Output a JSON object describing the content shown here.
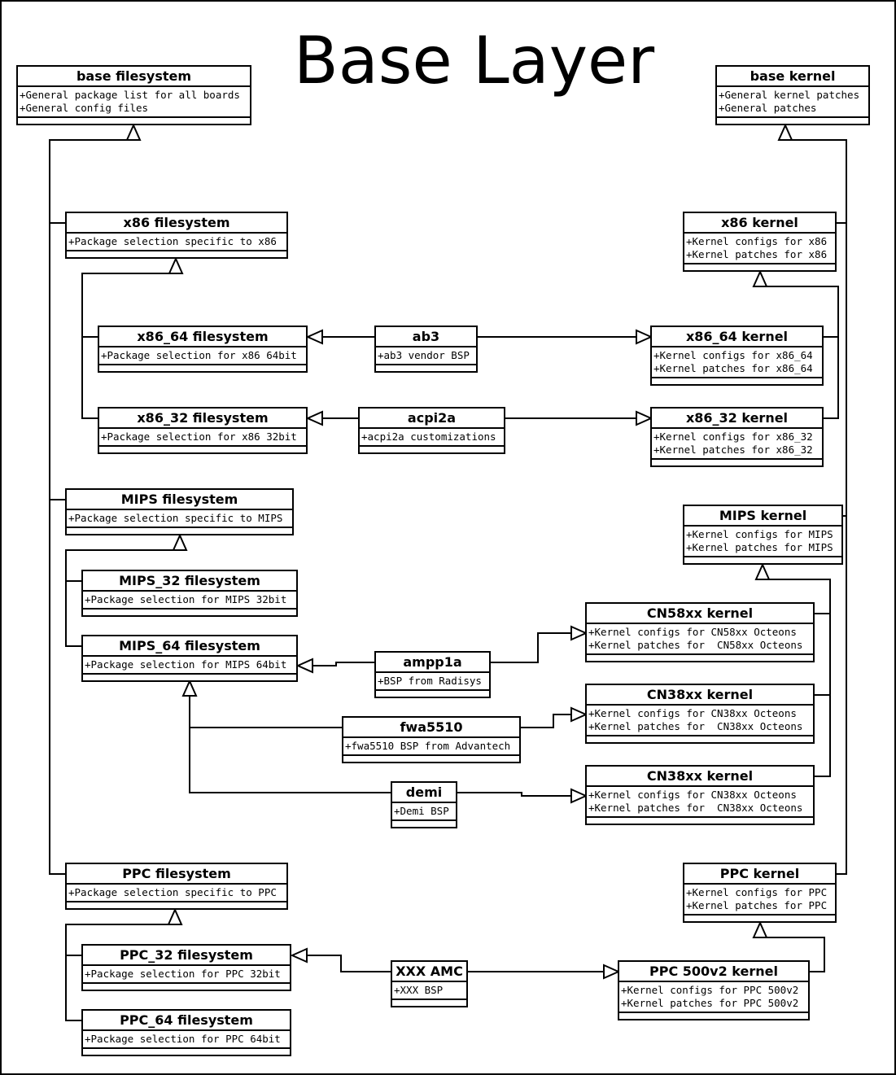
{
  "title": "Base Layer",
  "classes": {
    "base_fs": {
      "name": "base filesystem",
      "attrs": [
        "+General package list for all boards",
        "+General config files"
      ]
    },
    "base_kernel": {
      "name": "base kernel",
      "attrs": [
        "+General kernel patches",
        "+General patches"
      ]
    },
    "x86_fs": {
      "name": "x86 filesystem",
      "attrs": [
        "+Package selection specific to x86"
      ]
    },
    "x86_kernel": {
      "name": "x86 kernel",
      "attrs": [
        "+Kernel configs for x86",
        "+Kernel patches for x86"
      ]
    },
    "x86_64_fs": {
      "name": "x86_64 filesystem",
      "attrs": [
        "+Package selection for x86 64bit"
      ]
    },
    "ab3": {
      "name": "ab3",
      "attrs": [
        "+ab3 vendor BSP"
      ]
    },
    "x86_64_kernel": {
      "name": "x86_64 kernel",
      "attrs": [
        "+Kernel configs for x86_64",
        "+Kernel patches for x86_64"
      ]
    },
    "x86_32_fs": {
      "name": "x86_32 filesystem",
      "attrs": [
        "+Package selection for x86 32bit"
      ]
    },
    "acpi2a": {
      "name": "acpi2a",
      "attrs": [
        "+acpi2a customizations"
      ]
    },
    "x86_32_kernel": {
      "name": "x86_32 kernel",
      "attrs": [
        "+Kernel configs for x86_32",
        "+Kernel patches for x86_32"
      ]
    },
    "mips_fs": {
      "name": "MIPS filesystem",
      "attrs": [
        "+Package selection specific to MIPS"
      ]
    },
    "mips_kernel": {
      "name": "MIPS kernel",
      "attrs": [
        "+Kernel configs for MIPS",
        "+Kernel patches for MIPS"
      ]
    },
    "mips_32_fs": {
      "name": "MIPS_32 filesystem",
      "attrs": [
        "+Package selection for MIPS 32bit"
      ]
    },
    "cn58xx_kernel": {
      "name": "CN58xx kernel",
      "attrs": [
        "+Kernel configs for CN58xx Octeons",
        "+Kernel patches for  CN58xx Octeons"
      ]
    },
    "mips_64_fs": {
      "name": "MIPS_64 filesystem",
      "attrs": [
        "+Package selection for MIPS 64bit"
      ]
    },
    "ampp1a": {
      "name": "ampp1a",
      "attrs": [
        "+BSP from Radisys"
      ]
    },
    "cn38xx_kernel_a": {
      "name": "CN38xx kernel",
      "attrs": [
        "+Kernel configs for CN38xx Octeons",
        "+Kernel patches for  CN38xx Octeons"
      ]
    },
    "fwa5510": {
      "name": "fwa5510",
      "attrs": [
        "+fwa5510 BSP from Advantech"
      ]
    },
    "cn38xx_kernel_b": {
      "name": "CN38xx kernel",
      "attrs": [
        "+Kernel configs for CN38xx Octeons",
        "+Kernel patches for  CN38xx Octeons"
      ]
    },
    "demi": {
      "name": "demi",
      "attrs": [
        "+Demi BSP"
      ]
    },
    "ppc_fs": {
      "name": "PPC filesystem",
      "attrs": [
        "+Package selection specific to PPC"
      ]
    },
    "ppc_kernel": {
      "name": "PPC kernel",
      "attrs": [
        "+Kernel configs for PPC",
        "+Kernel patches for PPC"
      ]
    },
    "ppc_32_fs": {
      "name": "PPC_32 filesystem",
      "attrs": [
        "+Package selection for PPC 32bit"
      ]
    },
    "xxx_amc": {
      "name": "XXX AMC",
      "attrs": [
        "+XXX BSP"
      ]
    },
    "ppc500v2_kernel": {
      "name": "PPC 500v2 kernel",
      "attrs": [
        "+Kernel configs for PPC 500v2",
        "+Kernel patches for PPC 500v2"
      ]
    },
    "ppc_64_fs": {
      "name": "PPC_64 filesystem",
      "attrs": [
        "+Package selection for PPC 64bit"
      ]
    }
  }
}
